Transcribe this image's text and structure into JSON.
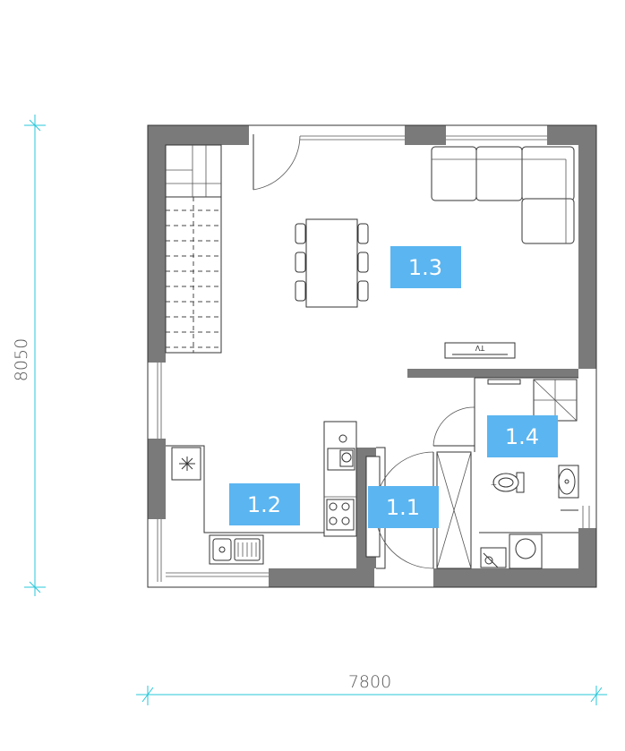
{
  "dimensions": {
    "width_label": "7800",
    "height_label": "8050"
  },
  "rooms": [
    {
      "id": "1.1",
      "label": "1.1"
    },
    {
      "id": "1.2",
      "label": "1.2"
    },
    {
      "id": "1.3",
      "label": "1.3"
    },
    {
      "id": "1.4",
      "label": "1.4"
    }
  ],
  "fixtures": {
    "tv_label": "TV"
  },
  "colors": {
    "wall": "#7a7a7a",
    "room_label_bg": "#5bb5f0",
    "dimension_line": "#27c7d9"
  }
}
